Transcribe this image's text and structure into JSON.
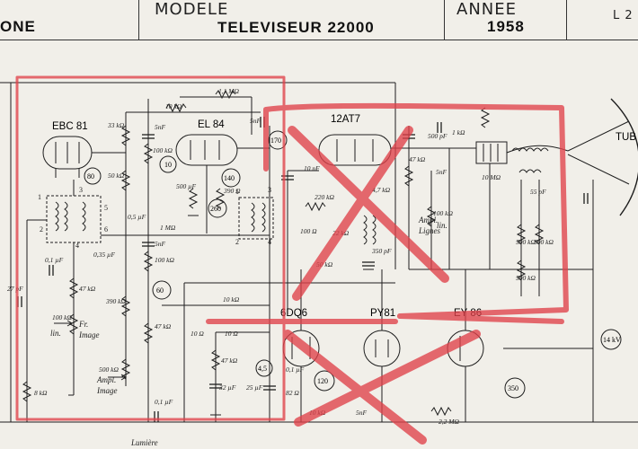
{
  "header": {
    "left_fragment": "ONE",
    "model_label": "MODELE",
    "model_value": "TELEVISEUR 22000",
    "year_label": "ANNEE",
    "year_value": "1958",
    "right_fragment": "L 2"
  },
  "tubes": {
    "t1": "EBC 81",
    "t2": "EL 84",
    "t3": "12AT7",
    "t4": "6DQ6",
    "t5": "PY81",
    "t6": "EY 86",
    "crt": "TUB"
  },
  "circle_labels": {
    "c80": "80",
    "c10": "10",
    "c140": "140",
    "c260": "260",
    "c170": "170",
    "c60": "60",
    "c120": "120",
    "c350": "350",
    "c45": "4,5",
    "c14": "14 kV"
  },
  "values": {
    "r1": "10 kΩ",
    "r2": "1,1 MΩ",
    "r3": "33 kΩ",
    "r4": "50 kΩ",
    "c1": "5nF",
    "r5": "100 kΩ",
    "c2": "500 µF",
    "r6": "390 Ω",
    "c3": "5nF",
    "c4": "0,5 µF",
    "r7": "1 MΩ",
    "c5": "5nF",
    "r8": "100 kΩ",
    "c6": "0,1 µF",
    "c7": "0,35 µF",
    "r9": "47 kΩ",
    "r10": "100 kΩ",
    "r11": "390 kΩ",
    "r12": "47 kΩ",
    "r13": "500 kΩ",
    "r14": "8 kΩ",
    "c8": "0,1 µF",
    "r15": "10 kΩ",
    "r16": "10 Ω",
    "r17": "10 Ω",
    "r18": "47 kΩ",
    "c9": "32 µF",
    "c10": "25 µF",
    "r19": "82 Ω",
    "c11": "27 pF",
    "c12": "10 nF",
    "r20": "220 kΩ",
    "r21": "100 Ω",
    "r22": "22 kΩ",
    "r23": "50 kΩ",
    "r24": "4,7 kΩ",
    "c13": "350 pF",
    "r25": "100 kΩ",
    "c14": "5nF",
    "r26": "47 kΩ",
    "c15": "500 pF",
    "r27": "1 kΩ",
    "r28": "10 MΩ",
    "c16": "55 pF",
    "r29": "500 kΩ",
    "r30": "500 kΩ",
    "r31": "500 kΩ",
    "c17": "0,1 µF",
    "r32": "10 kΩ",
    "r33": "2,2 MΩ",
    "c18": "5nF"
  },
  "annotations": {
    "fr_image_1": "Fr.",
    "fr_image_2": "Image",
    "lin_1": "lin.",
    "ampl_image_1": "Ampl.",
    "ampl_image_2": "Image",
    "ampl_lignes_1": "Ampl.",
    "ampl_lignes_2": "Lignes",
    "lin_2": "lin.",
    "lumiere": "Lumière",
    "p1": "1",
    "p2": "2",
    "p3": "3",
    "p4": "4",
    "p5": "5",
    "p6": "6",
    "q1": "1",
    "q2": "2",
    "q3": "3",
    "q4": "4"
  },
  "colors": {
    "ink": "#1e1e1e",
    "marker_red": "#e0414a",
    "paper": "#f1efe9"
  }
}
